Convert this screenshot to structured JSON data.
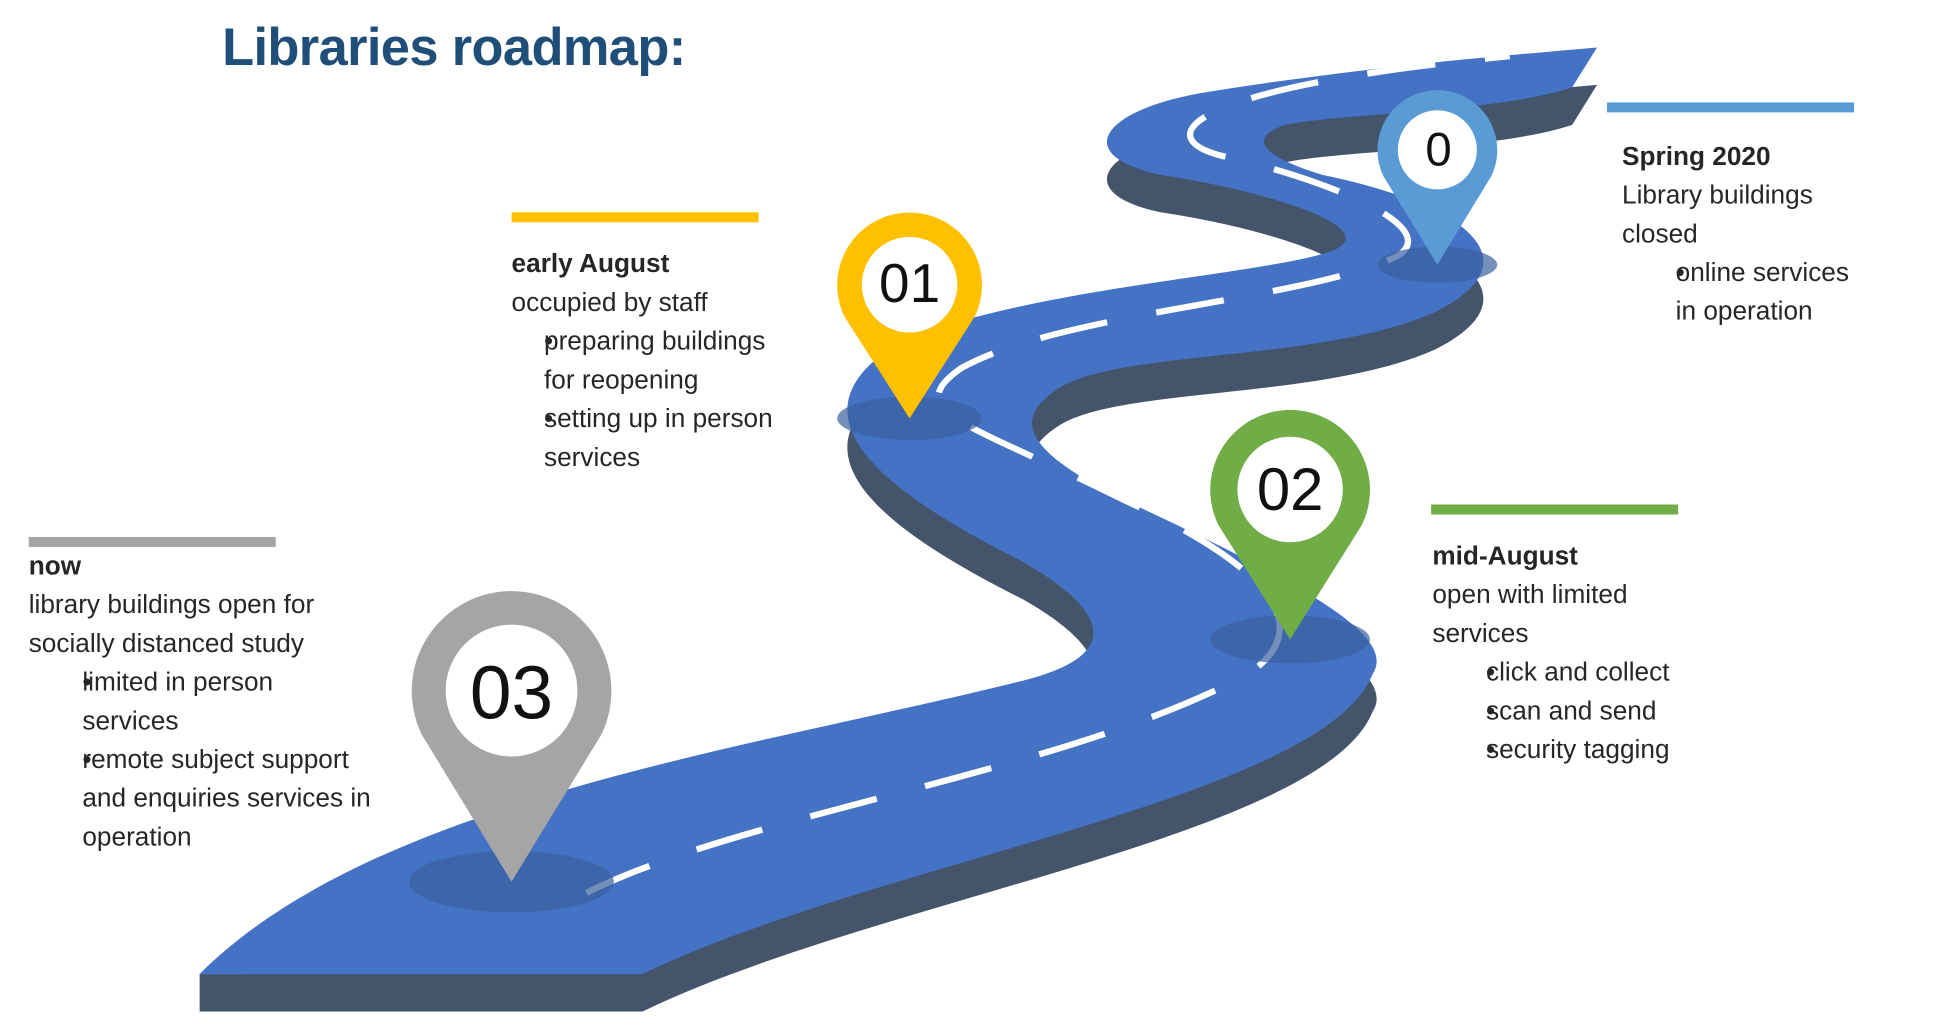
{
  "title": "Libraries roadmap:",
  "colors": {
    "road": "#4472c4",
    "road_side": "#44546a",
    "title": "#1f4e79",
    "spring": "#5b9bd5",
    "early": "#ffc000",
    "mid": "#70ad47",
    "now": "#a5a5a5"
  },
  "milestones": {
    "spring": {
      "pin": "0",
      "heading": "Spring 2020",
      "lines": [
        "Library buildings",
        "closed"
      ],
      "bullets": [
        "online services in operation"
      ]
    },
    "early": {
      "pin": "01",
      "heading": "early August",
      "lines": [
        "occupied by staff"
      ],
      "bullets": [
        "preparing buildings for reopening",
        "setting up in person services"
      ]
    },
    "mid": {
      "pin": "02",
      "heading": "mid-August",
      "lines": [
        "open with limited services"
      ],
      "bullets": [
        "click and collect",
        "scan and send",
        "security tagging"
      ]
    },
    "now": {
      "pin": "03",
      "heading": "now",
      "lines": [
        "library buildings open for socially distanced study"
      ],
      "bullets": [
        "limited in person services",
        "remote subject support and enquiries services in operation"
      ]
    }
  }
}
